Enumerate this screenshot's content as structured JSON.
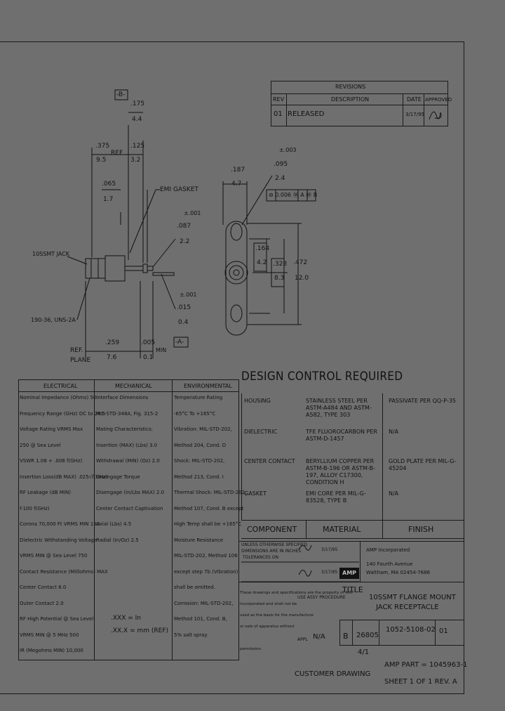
{
  "revisions": {
    "title": "REVISIONS",
    "col_rev": "REV",
    "col_desc": "DESCRIPTION",
    "col_date": "DATE",
    "col_approved": "APPROVED",
    "row_rev": "01",
    "row_desc": "RELEASED",
    "row_date": "3/17/95"
  },
  "drawing": {
    "datum_b": "-B-",
    "d175": ".175",
    "d44": "4.4",
    "d375": ".375",
    "d95": "9.5",
    "ref": "REF",
    "d125": ".125",
    "d32": "3.2",
    "d065": ".065",
    "d17": "1.7",
    "emi_gasket": "EMI GASKET",
    "tol001a": "±.001",
    "d087": ".087",
    "d22": "2.2",
    "jack_label": "10SSMT JACK",
    "tol001b": "±.001",
    "d015": ".015",
    "d04": "0.4",
    "thread": "190-36, UNS-2A",
    "datum_a": "-A-",
    "ref_plane": "REF. PLANE",
    "d259": ".259",
    "d76": "7.6",
    "d005": ".005",
    "d01": "0.1",
    "min": "MIN",
    "tol003": "±.003",
    "d187": ".187",
    "d47": "4.7",
    "d095": ".095",
    "d24": "2.4",
    "fcf": "⊖ 0.006 Ⓜ A Ⓜ B",
    "d164": ".164",
    "d42": "4.2",
    "d328": ".328",
    "d83": "8.3",
    "d472": ".472",
    "d120": "12.0"
  },
  "design_control": "DESIGN CONTROL REQUIRED",
  "specs": {
    "electrical_title": "ELECTRICAL",
    "mechanical_title": "MECHANICAL",
    "environmental_title": "ENVIRONMENTAL",
    "electrical": [
      "Nominal Impedance (Ohms) 50",
      "Frequency Range (GHz) DC to 26.5",
      "Voltage Rating VRMS Max",
      "250 @ Sea Level",
      "VSWR 1.08 + .008 f(GHz)",
      "Insertion Loss(dB MAX) .025√f(GHz)",
      "RF Leakage (dB MIN)",
      "f-100 f(GHz)",
      "Corona 70,000 Ft VRMS MIN 190",
      "Dielectric Withstanding Voltage",
      "VRMS MIN @ Sea Level 750",
      "Contact Resistance (Milliohms) MAX",
      "Center Contact 6.0",
      "Outer Contact 2.0",
      "RF High Potential @ Sea Level",
      "VRMS MIN @ 5 MHz 500",
      "IR (Megohms MIN) 10,000"
    ],
    "mechanical": [
      "Interface Dimensions",
      "MIL-STD-348A, Fig. 315-2",
      "Mating Characteristics:",
      "Insertion (MAX) (Lbs) 3.0",
      "Withdrawal (MIN) (Oz) 2.0",
      "Disengage Torque",
      "Disengage (In/Lbs MAX) 2.0",
      "Center Contact Captivation",
      "Axial (Lbs) 4.5",
      "Radial (In/Oz) 2.5"
    ],
    "units_line1": ".XXX = In",
    "units_line2": ".XX.X = mm (REF)",
    "environmental": [
      "Temperature Rating",
      "-65°C To +165°C",
      "Vibration: MIL-STD-202,",
      "Method 204, Cond. D",
      "Shock: MIL-STD-202,",
      "Method 213, Cond. I",
      "Thermal Shock: MIL-STD-202,",
      "Method 107, Cond. B except",
      "High Temp shall be +165°C",
      "Moisture Resistance",
      "MIL-STD-202, Method 106",
      "except step 7b (Vibration)",
      "shall be omitted.",
      "Corrosion: MIL-STD-202,",
      "Method 101, Cond. B,",
      "5% salt spray"
    ]
  },
  "materials": {
    "rows": [
      {
        "component": "HOUSING",
        "material": "STAINLESS STEEL PER ASTM-A484 AND ASTM-A582, TYPE 303",
        "finish": "PASSIVATE PER QQ-P-35"
      },
      {
        "component": "DIELECTRIC",
        "material": "TFE FLUOROCARBON PER ASTM-D-1457",
        "finish": "N/A"
      },
      {
        "component": "CENTER CONTACT",
        "material": "BERYLLIUM COPPER PER ASTM-B-196 OR ASTM-B-197, ALLOY C17300, CONDITION H",
        "finish": "GOLD PLATE PER MIL-G-45204"
      },
      {
        "component": "GASKET",
        "material": "EMI CORE PER MIL-G-83528, TYPE B",
        "finish": "N/A"
      }
    ],
    "head_component": "COMPONENT",
    "head_material": "MATERIAL",
    "head_finish": "FINISH"
  },
  "titleblock": {
    "unless": "UNLESS OTHERWISE SPECIFIED",
    "dims": "DIMENSIONS ARE IN INCHES",
    "tol": "TOLERANCES ON",
    "sig1": "3/17/95",
    "sig2": "3/17/95",
    "disclaimer1": "These drawings and specifications are the property of AMP",
    "disclaimer2": "Incorporated and shall not be",
    "disclaimer3": "used as the basis for the manufacture",
    "disclaimer4": "or sale of apparatus without",
    "disclaimer5": "permission.",
    "procedure": "USE ASSY PROCEDURE",
    "appl_label": "APPL",
    "appl_value": "N/A",
    "company": "AMP Incorporated",
    "addr1": "140 Fourth Avenue",
    "addr2": "Waltham, MA 02454-7686",
    "logo": "AMP",
    "title_label": "TITLE",
    "title1": "10SSMT FLANGE MOUNT",
    "title2": "JACK RECEPTACLE",
    "size": "B",
    "code": "26805",
    "dwg": "1052-5108-02",
    "rev": "01",
    "scale": "4/1",
    "amp_part": "AMP PART = 1045963-1",
    "customer_drawing": "CUSTOMER DRAWING",
    "sheet": "SHEET 1 OF 1  REV. A"
  }
}
